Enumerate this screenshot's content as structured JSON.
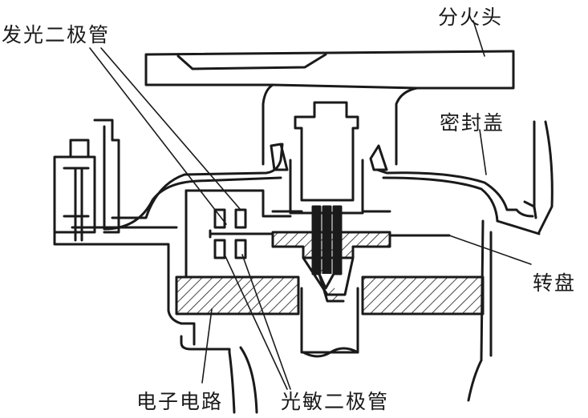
{
  "labels": {
    "led": "发光二极管",
    "distributor_cap": "分火头",
    "sealing_cover": "密封盖",
    "rotor_disc": "转盘",
    "electronic_circuit": "电子电路",
    "photodiode": "光敏二极管"
  },
  "colors": {
    "line": "#1a1a1a",
    "background": "#ffffff"
  }
}
